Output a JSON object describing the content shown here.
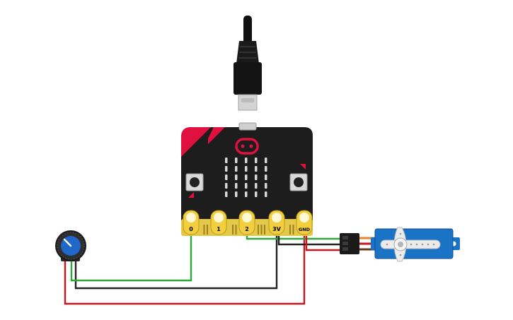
{
  "microbit": {
    "pins": [
      {
        "id": "pin-0",
        "label": "0"
      },
      {
        "id": "pin-1",
        "label": "1"
      },
      {
        "id": "pin-2",
        "label": "2"
      },
      {
        "id": "pin-3v",
        "label": "3V"
      },
      {
        "id": "pin-gnd",
        "label": "GND"
      }
    ],
    "board_color": "#1d1d1d",
    "accent_color": "#e0103f",
    "edge_color": "#e3c84a",
    "led_rows": 5,
    "led_cols": 5
  },
  "components": {
    "usb_cable": {
      "icon": "usb-cable-icon"
    },
    "potentiometer": {
      "icon": "potentiometer-icon",
      "color": "#1f67c9"
    },
    "servo": {
      "icon": "servo-icon",
      "color": "#1b73c6"
    }
  },
  "wires": {
    "signal_color": "#2fa83a",
    "ground_color": "#222222",
    "power_color": "#c8161d"
  }
}
